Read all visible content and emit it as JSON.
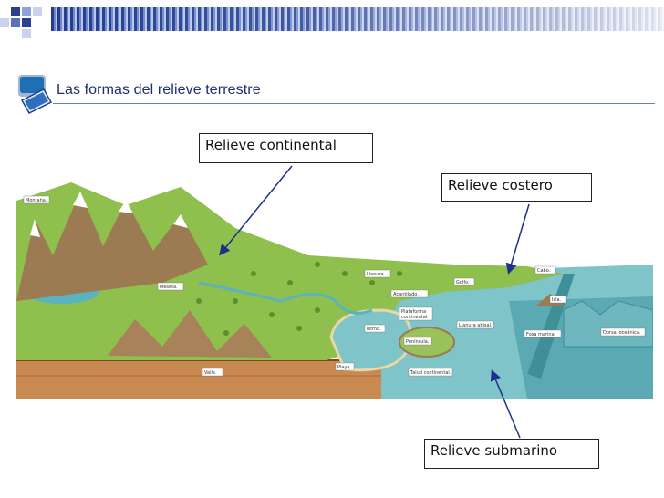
{
  "title": "Las formas del relieve terrestre",
  "callouts": {
    "continental": "Relieve continental",
    "costero": "Relieve costero",
    "submarino": "Relieve submarino"
  },
  "map_labels": {
    "montana": "Montaña.",
    "meseta": "Meseta.",
    "valle": "Valle.",
    "llanura": "Llanura.",
    "golfo": "Golfo.",
    "cabo": "Cabo.",
    "acantilado": "Acantilado.",
    "isla": "Isla.",
    "plataforma_1": "Plataforma",
    "plataforma_2": "continental.",
    "istmo": "Istmo.",
    "llanura_abisal": "Llanura abisal.",
    "fosa": "Fosa marina.",
    "dorsal": "Dorsal oceánica.",
    "peninsula": "Península.",
    "playa": "Playa.",
    "talud": "Talud continental."
  },
  "colors": {
    "title": "#1f2f6b",
    "sea": "#7fc4c9",
    "deep_sea": "#5aa9b3",
    "land": "#8fbf4d",
    "mountain": "#9c7a52",
    "ground": "#c98a52"
  }
}
